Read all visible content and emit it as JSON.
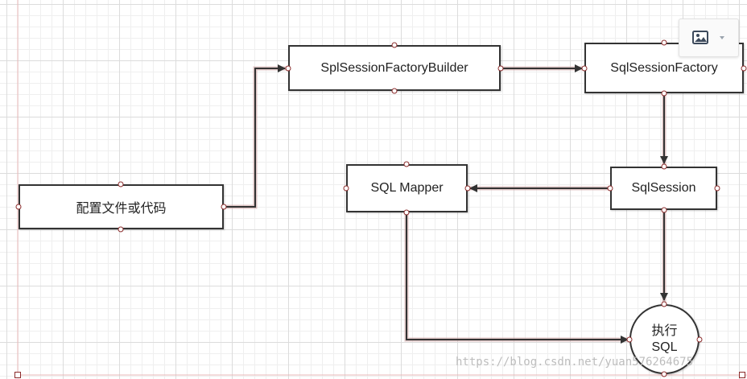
{
  "nodes": {
    "config": {
      "label": "配置文件或代码"
    },
    "builder": {
      "label": "SplSessionFactoryBuilder"
    },
    "factory": {
      "label": "SqlSessionFactory"
    },
    "mapper": {
      "label": "SQL Mapper"
    },
    "session": {
      "label": "SqlSession"
    },
    "execute": {
      "line1": "执行",
      "line2": "SQL"
    }
  },
  "watermark": "https://blog.csdn.net/yuan576264675",
  "toolbar": {
    "image_icon": "image-icon",
    "dropdown_icon": "chevron-down-icon"
  },
  "colors": {
    "edge": "#333333",
    "anchor": "#8b2b2b",
    "edge_glow": "#c9a0a0"
  }
}
